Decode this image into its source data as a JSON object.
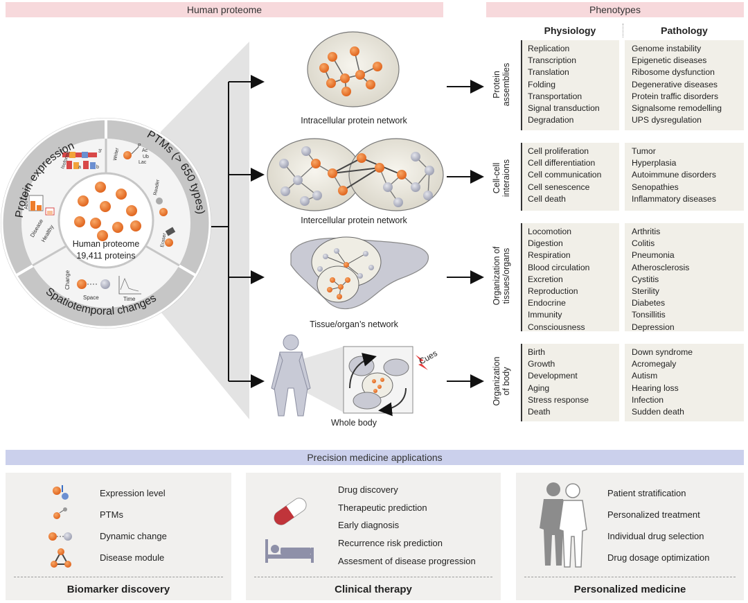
{
  "header": {
    "proteome_title": "Human proteome",
    "phenotypes_title": "Phenotypes"
  },
  "left_circle": {
    "center_title": "Human proteome",
    "center_count": "19,411 proteins",
    "ring_protein_expression": "Protein expression",
    "ring_ptms": "PTMs (> 650 types)",
    "ring_spatiotemporal": "Spatiotemporal changes",
    "isoforms": "Isoforms",
    "abundance": "Abundance",
    "disease": "Disease",
    "healthy": "Healthy",
    "writer": "Writer",
    "reader": "Reader",
    "eraser": "Eraser",
    "change": "Change",
    "space": "Space",
    "time": "Time",
    "five_prime": "5'",
    "three_prime": "3'",
    "iso_a": "a",
    "iso_b": "b",
    "mod_p": "P",
    "mod_ac": "Ac",
    "mod_ub": "Ub",
    "mod_lac": "Lac"
  },
  "networks": {
    "intracellular": "Intracellular protein network",
    "intercellular": "Intercellular protein network",
    "tissue": "Tissue/organ’s network",
    "whole_body": "Whole body",
    "cues": "Cues"
  },
  "phenotypes": {
    "physiology_header": "Physiology",
    "pathology_header": "Pathology",
    "rows": [
      {
        "label": "Protein\nassemblies",
        "physiology": [
          "Replication",
          "Transcription",
          "Translation",
          "Folding",
          "Transportation",
          "Signal transduction",
          "Degradation"
        ],
        "pathology": [
          "Genome instability",
          "Epigenetic diseases",
          "Ribosome dysfunction",
          "Degenerative diseases",
          "Protein traffic disorders",
          "Signalsome remodelling",
          "UPS dysregulation"
        ]
      },
      {
        "label": "Cell-cell\ninteraions",
        "physiology": [
          "Cell proliferation",
          "Cell differentiation",
          "Cell communication",
          "Cell senescence",
          "Cell death"
        ],
        "pathology": [
          "Tumor",
          "Hyperplasia",
          "Autoimmune disorders",
          "Senopathies",
          "Inflammatory diseases"
        ]
      },
      {
        "label": "Organization of\ntissues/organs",
        "physiology": [
          "Locomotion",
          "Digestion",
          "Respiration",
          "Blood circulation",
          "Excretion",
          "Reproduction",
          "Endocrine",
          "Immunity",
          "Consciousness"
        ],
        "pathology": [
          "Arthritis",
          "Colitis",
          "Pneumonia",
          "Atherosclerosis",
          "Cystitis",
          "Sterility",
          "Diabetes",
          "Tonsillitis",
          "Depression"
        ]
      },
      {
        "label": "Organization\nof body",
        "physiology": [
          "Birth",
          "Growth",
          "Development",
          "Aging",
          "Stress response",
          "Death"
        ],
        "pathology": [
          "Down syndrome",
          "Acromegaly",
          "Autism",
          "Hearing loss",
          "Infection",
          "Sudden death"
        ]
      }
    ]
  },
  "applications": {
    "title": "Precision medicine applications",
    "panels": [
      {
        "title": "Biomarker discovery",
        "items": [
          {
            "label": "Expression level",
            "icon": "expression-level-icon"
          },
          {
            "label": "PTMs",
            "icon": "ptm-icon"
          },
          {
            "label": "Dynamic change",
            "icon": "dynamic-change-icon"
          },
          {
            "label": "Disease module",
            "icon": "disease-module-icon"
          }
        ]
      },
      {
        "title": "Clinical therapy",
        "items": [
          "Drug discovery",
          "Therapeutic prediction",
          "Early diagnosis",
          "Recurrence risk prediction",
          "Assesment of disease progression"
        ]
      },
      {
        "title": "Personalized medicine",
        "items": [
          "Patient stratification",
          "Personalized treatment",
          "Individual drug selection",
          "Drug dosage optimization"
        ]
      }
    ]
  },
  "colors": {
    "protein_orange": "#ee7d2c",
    "node_grey": "#b9bccb",
    "ring_grey": "#c8c8c8",
    "header_pink": "#f7d9dc",
    "app_bar_blue": "#cbd0ec",
    "panel_beige": "#f1efe8"
  }
}
